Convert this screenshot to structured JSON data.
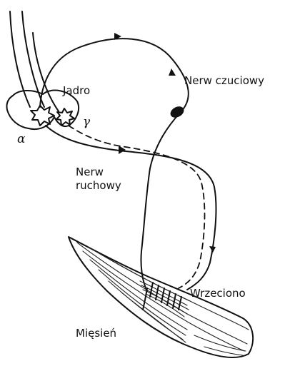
{
  "labels": {
    "nucleus": "Jądro",
    "sensory_nerve": "Nerw czuciowy",
    "motor_nerve_line1": "Nerw",
    "motor_nerve_line2": "ruchowy",
    "spindle": "Wrzeciono",
    "muscle": "Mięsień",
    "alpha": "α",
    "gamma": "γ"
  }
}
